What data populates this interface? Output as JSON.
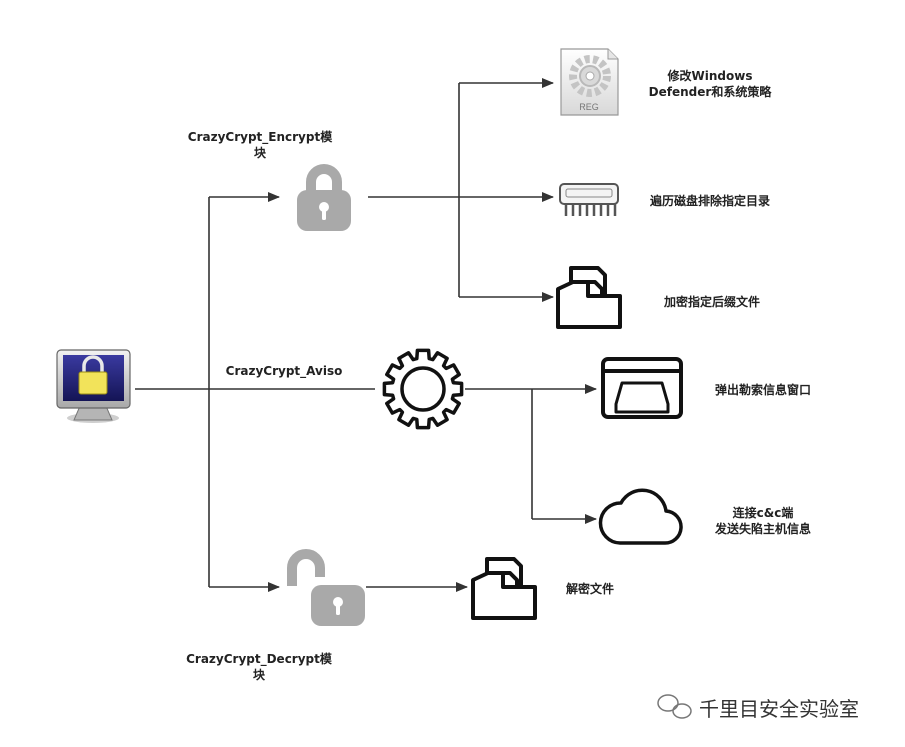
{
  "modules": {
    "encrypt": "CrazyCrypt_Encrypt模",
    "encrypt_cont": "块",
    "aviso": "CrazyCrypt_Aviso",
    "decrypt": "CrazyCrypt_Decrypt模",
    "decrypt_cont": "块"
  },
  "actions": {
    "defender_line1": "修改Windows",
    "defender_line2": "Defender和系统策略",
    "traverse": "遍历磁盘排除指定目录",
    "encrypt_files": "加密指定后缀文件",
    "popup": "弹出勒索信息窗口",
    "c2_line1": "连接c&c端",
    "c2_line2": "发送失陷主机信息",
    "decrypt_files": "解密文件"
  },
  "reg_icon_text": "REG",
  "watermark": "千里目安全实验室"
}
